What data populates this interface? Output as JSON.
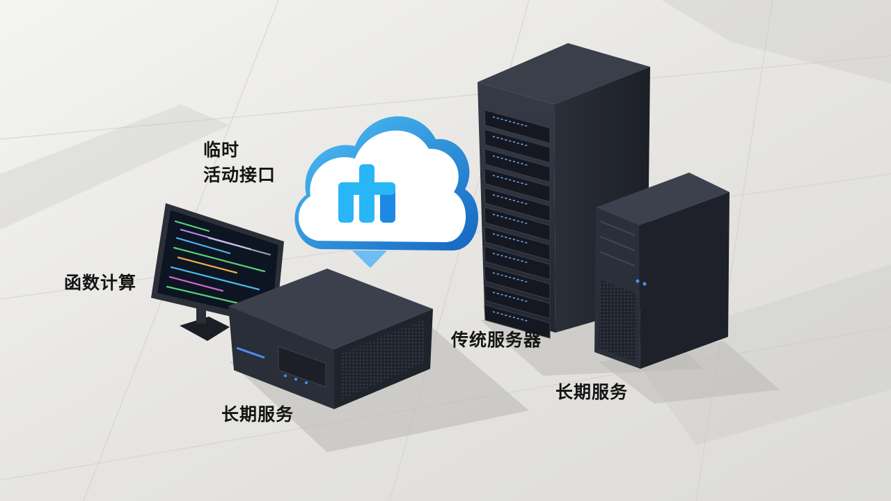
{
  "labels": {
    "temp_line1": "临时",
    "temp_line2": "活动接口",
    "function_compute": "函数计算",
    "long_service_left": "长期服务",
    "traditional_server": "传统服务器",
    "long_service_right": "长期服务"
  },
  "colors": {
    "floor": "#e9e8e5",
    "cloud_fill": "#ffffff",
    "cloud_edge": "#1e88e5",
    "device_body": "#2a2e38",
    "terminal_bg": "#0d1522",
    "text": "#141414"
  },
  "icons": [
    "cloud-icon",
    "monitor",
    "mini-pc",
    "rack-server",
    "tower-server"
  ]
}
